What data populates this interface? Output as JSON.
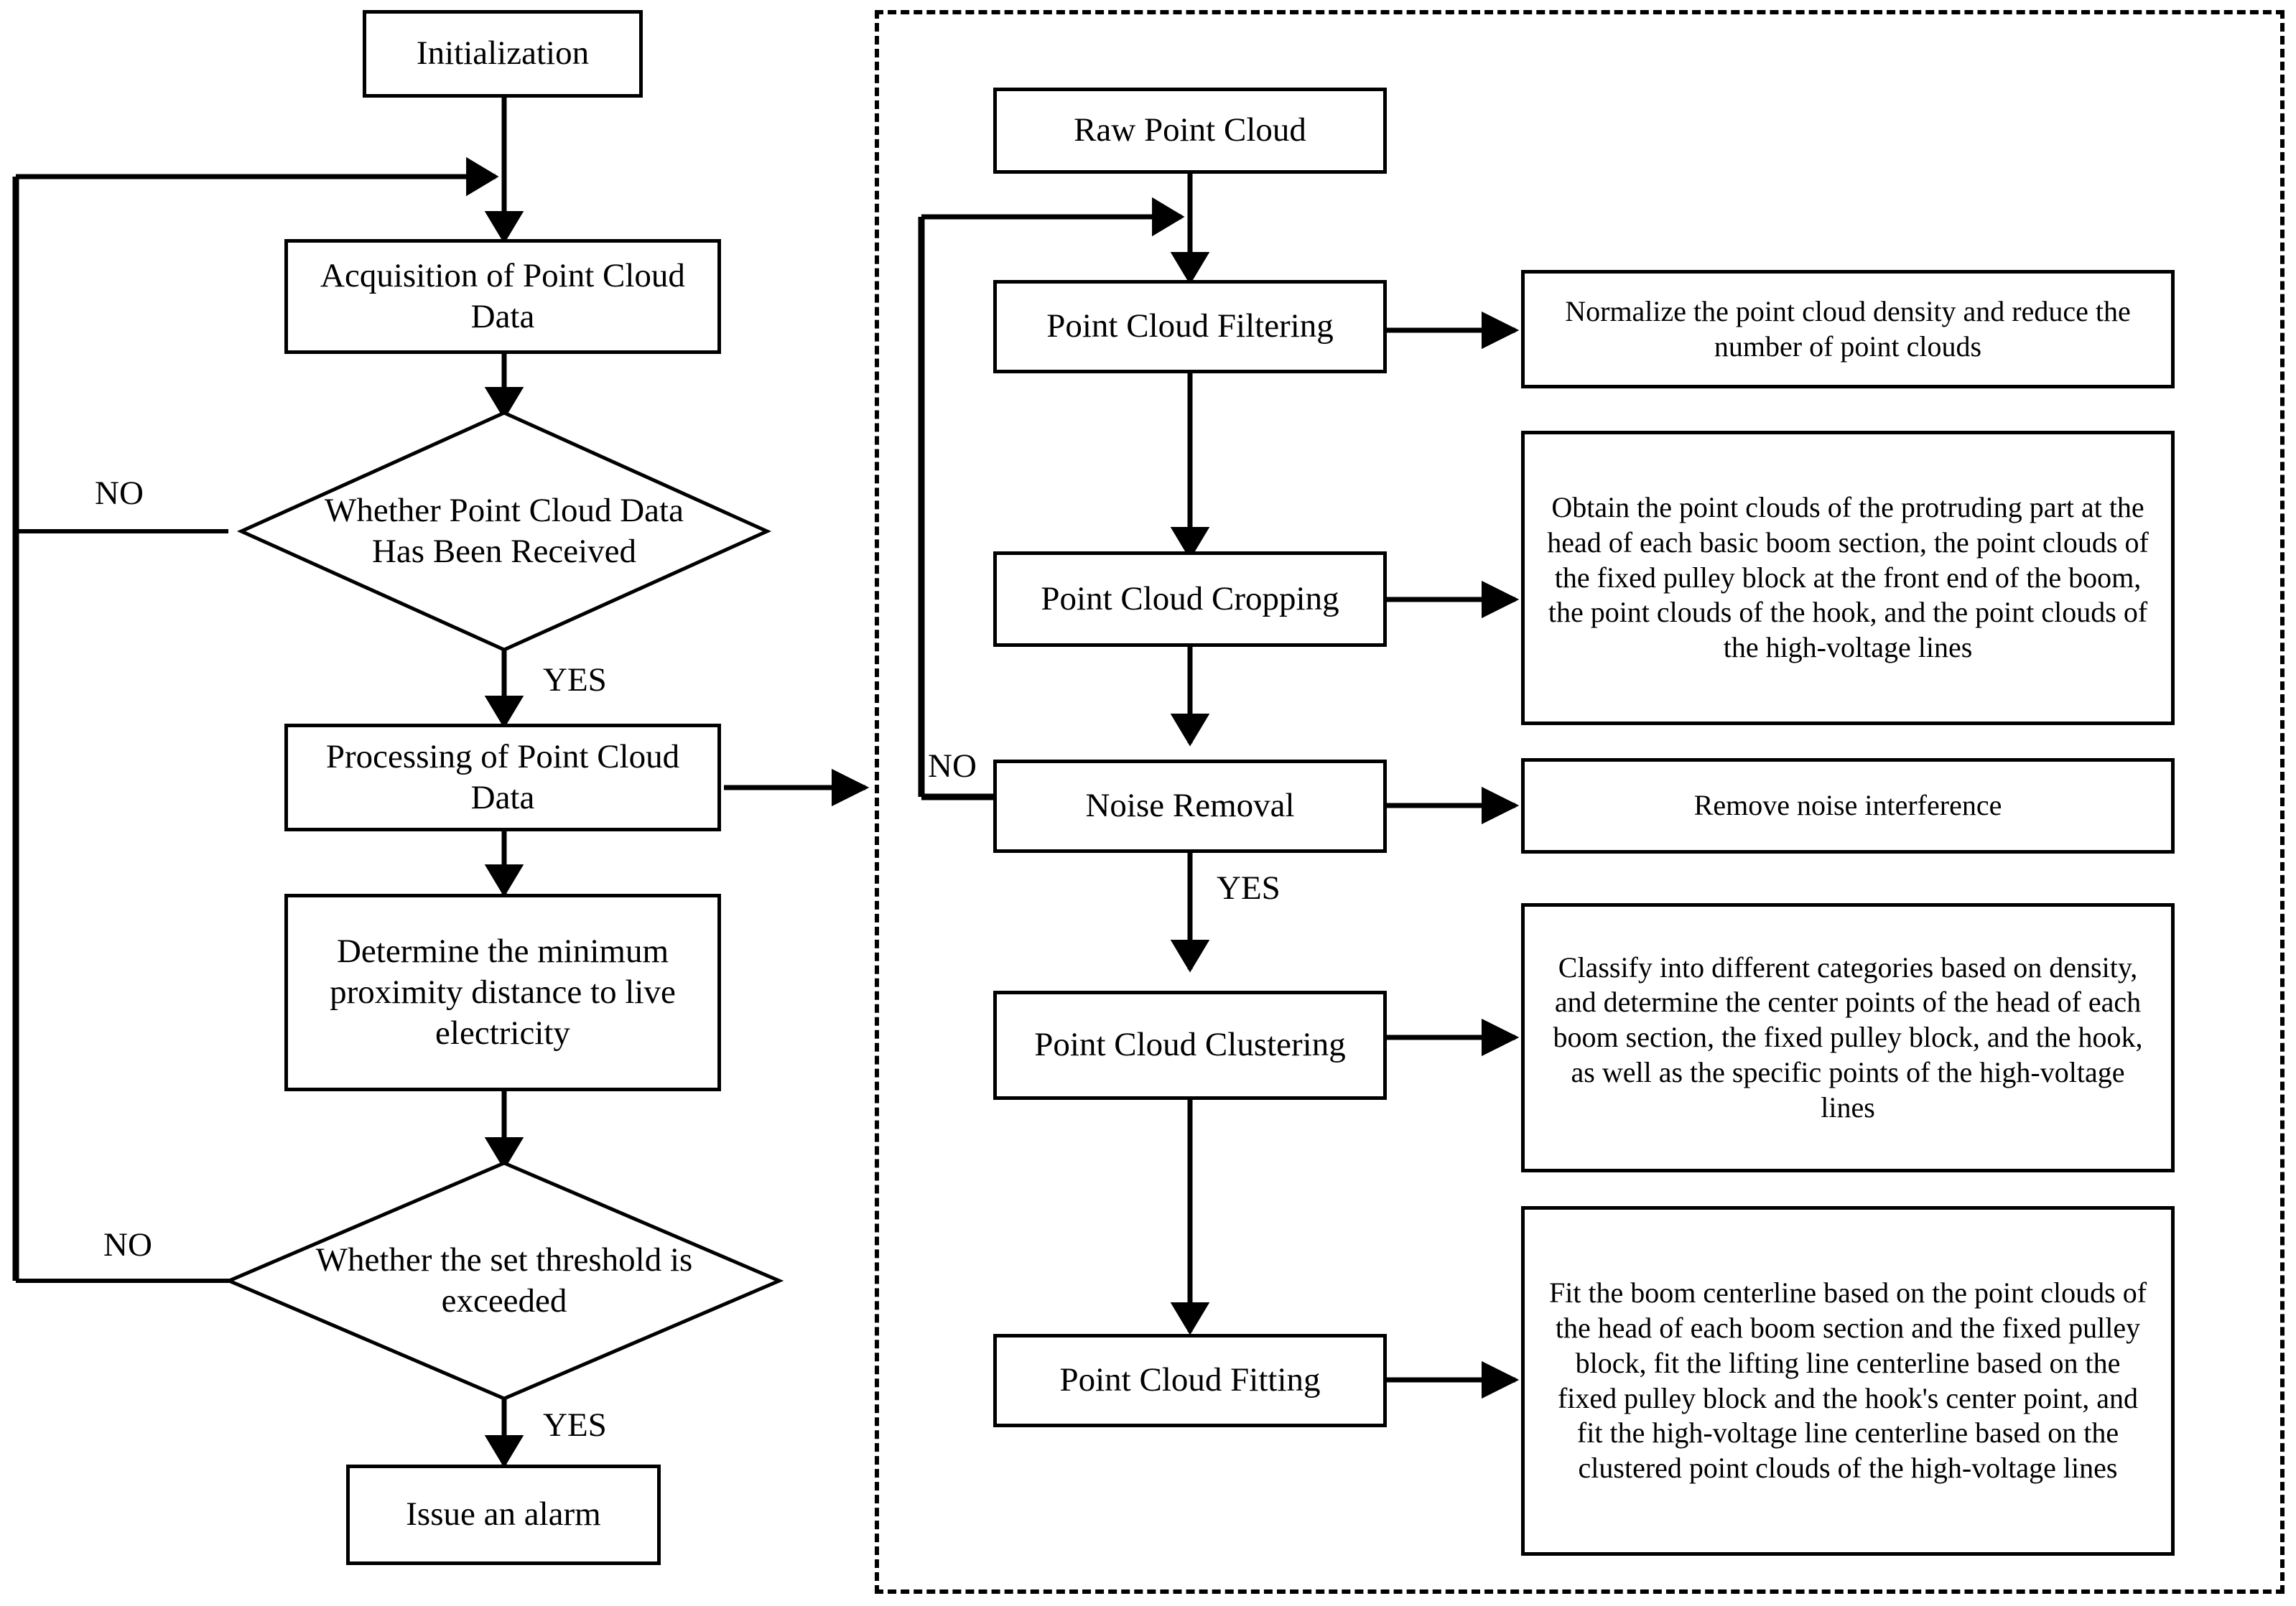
{
  "diagram": {
    "title": "Point cloud based live-line proximity alarm flowchart",
    "stroke_color": "#000000",
    "background_color": "#ffffff"
  },
  "left_flow": {
    "nodes": [
      {
        "id": "initialization",
        "label": "Initialization",
        "shape": "rect"
      },
      {
        "id": "acquisition",
        "label": "Acquisition of Point Cloud Data",
        "shape": "rect"
      },
      {
        "id": "whether_received",
        "label": "Whether Point Cloud Data Has Been Received",
        "shape": "diamond"
      },
      {
        "id": "processing",
        "label": "Processing of Point Cloud Data",
        "shape": "rect"
      },
      {
        "id": "determine_distance",
        "label": "Determine the minimum proximity distance to live electricity",
        "shape": "rect"
      },
      {
        "id": "whether_threshold",
        "label": "Whether the set threshold is exceeded",
        "shape": "diamond"
      },
      {
        "id": "issue_alarm",
        "label": "Issue an alarm",
        "shape": "rect"
      }
    ],
    "edge_labels": {
      "received_no": "NO",
      "received_yes": "YES",
      "threshold_no": "NO",
      "threshold_yes": "YES"
    }
  },
  "right_panel": {
    "nodes": [
      {
        "id": "raw_point_cloud",
        "label": "Raw Point Cloud"
      },
      {
        "id": "point_cloud_filtering",
        "label": "Point Cloud Filtering"
      },
      {
        "id": "point_cloud_cropping",
        "label": "Point Cloud Cropping"
      },
      {
        "id": "noise_removal",
        "label": "Noise Removal"
      },
      {
        "id": "point_cloud_clustering",
        "label": "Point Cloud Clustering"
      },
      {
        "id": "point_cloud_fitting",
        "label": "Point Cloud Fitting"
      }
    ],
    "descriptions": [
      {
        "id": "desc_filtering",
        "text": "Normalize the point cloud density and reduce the number of point clouds"
      },
      {
        "id": "desc_cropping",
        "text": "Obtain the point clouds of the protruding part at the head of each basic boom section, the point clouds of the fixed pulley block at the front end of the boom, the point clouds of the hook, and the point clouds of the high-voltage lines"
      },
      {
        "id": "desc_noise",
        "text": "Remove noise interference"
      },
      {
        "id": "desc_clustering",
        "text": "Classify into different categories based on density, and determine the center points of the head of each boom section, the fixed pulley block, and the hook, as well as the specific points of the high-voltage lines"
      },
      {
        "id": "desc_fitting",
        "text": "Fit the boom centerline based on the point clouds of the head of each boom section and the fixed pulley block, fit the lifting line centerline based on the fixed pulley block and the hook's center point, and fit the high-voltage line centerline based on the clustered point clouds of the high-voltage lines"
      }
    ],
    "edge_labels": {
      "noise_no": "NO",
      "noise_yes": "YES"
    }
  }
}
